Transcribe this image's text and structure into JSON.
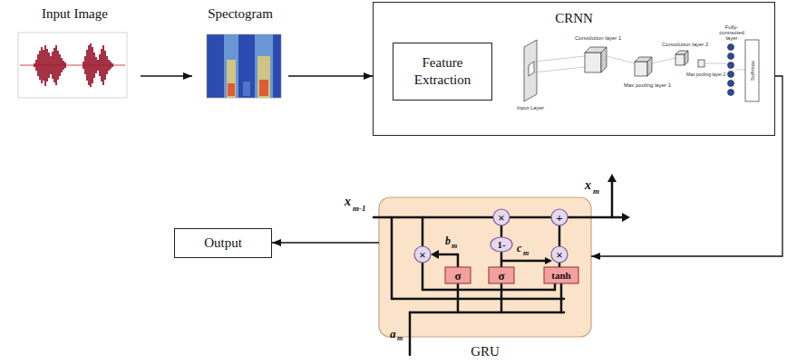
{
  "diagram": {
    "nodes": [
      {
        "text": [
          "Input Image"
        ]
      },
      {
        "text": [
          "Spectogram"
        ]
      },
      {
        "text": [
          "CRNN"
        ]
      },
      {
        "text": [
          "Feature Extraction"
        ],
        "in": 2
      },
      {
        "text": [
          "GRU"
        ]
      },
      {
        "text": [
          "Output"
        ]
      }
    ],
    "edges": [
      {
        "from": 0,
        "to": 1,
        "arrow": "to"
      },
      {
        "from": 1,
        "to": 2,
        "arrow": "to"
      },
      {
        "from": 2,
        "to": 4,
        "arrow": "to"
      },
      {
        "from": 4,
        "to": 5,
        "arrow": "to"
      }
    ],
    "labels": [
      "Input Layer",
      "Convolution layer 1",
      "Max pooling layer 1",
      "Convolution layer 2",
      "Max pooling layer 2",
      "Fully-connected layer",
      "Softmax",
      "x",
      "m-1",
      "x",
      "m",
      "b",
      "m",
      "c",
      "m",
      "a",
      "m",
      "σ",
      "σ",
      "tanh",
      "×",
      "×",
      "×",
      "+",
      "1-"
    ]
  }
}
